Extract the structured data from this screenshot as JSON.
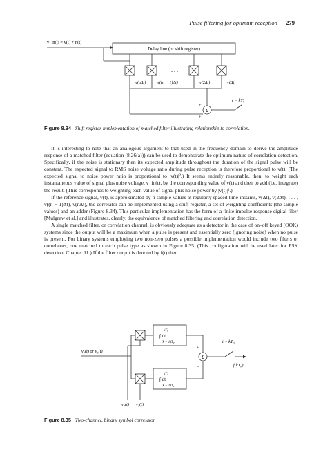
{
  "header": {
    "running_title": "Pulse filtering for optimum reception",
    "page_number": "279"
  },
  "figure_834": {
    "input_label": "v_in(t) = v(t) + n(t)",
    "delay_line_label": "Delay line (or shift register)",
    "tap_labels": [
      "v(nΔt)",
      "v((n − 1)Δt)",
      "v(2Δt)",
      "v(Δt)"
    ],
    "ellipsis": ". . .",
    "sample_label": "t = kT₀",
    "plus_sign": "+",
    "sum_symbol": "Σ",
    "caption_label": "Figure 8.34",
    "caption_text": "Shift register implementation of matched filter illustrating relationship to correlation."
  },
  "paragraphs": [
    "It is interesting to note that an analogous argument to that used in the frequency domain to derive the amplitude response of a matched filter (equation (8.26(a))) can be used to demonstrate the optimum nature of correlation detection. Specifically, if the noise is stationary then its expected amplitude throughout the duration of the signal pulse will be constant. The expected signal to RMS noise voltage ratio during pulse reception is therefore proportional to v(t). (The expected signal to noise power ratio is proportional to |v(t)|².) It seems entirely reasonable, then, to weight each instantaneous value of signal plus noise voltage, v_in(t), by the corresponding value of v(t) and then to add (i.e. integrate) the result. (This corresponds to weighting each value of signal plus noise power by |v(t)|².)",
    "If the reference signal, v(t), is approximated by n sample values at regularly spaced time instants, v(Δt), v(2Δt), . . . , v((n − 1)Δt), v(nΔt), the correlator can be implemented using a shift register, a set of weighting coefficients (the sample values) and an adder (Figure 8.34). This particular implementation has the form of a finite impulse response digital filter [Mulgrew et al.] and illustrates, clearly, the equivalence of matched filtering and correlation detection.",
    "A single matched filter, or correlation channel, is obviously adequate as a detector in the case of on–off keyed (OOK) systems since the output will be a maximum when a pulse is present and essentially zero (ignoring noise) when no pulse is present. For binary systems employing two non-zero pulses a possible implementation would include two filters or correlators, one matched to each pulse type as shown in Figure 8.35. (This configuration will be used later for FSK detection, Chapter 11.) If the filter output is denoted by f(t) then"
  ],
  "figure_835": {
    "input_label": "v₀(t) or v₁(t)",
    "integrator_label": "∫ dt",
    "upper_limit": "kT₀",
    "lower_limit": "(k − 1)T₀",
    "sample_label": "t = kT₀",
    "output_label": "f(kT₀)",
    "plus_sign": "+",
    "minus_sign": "−",
    "sum_symbol": "Σ",
    "ref_labels": [
      "v₀(t)",
      "v₁(t)"
    ],
    "caption_label": "Figure 8.35",
    "caption_text": "Two-channel, binary symbol correlator."
  }
}
